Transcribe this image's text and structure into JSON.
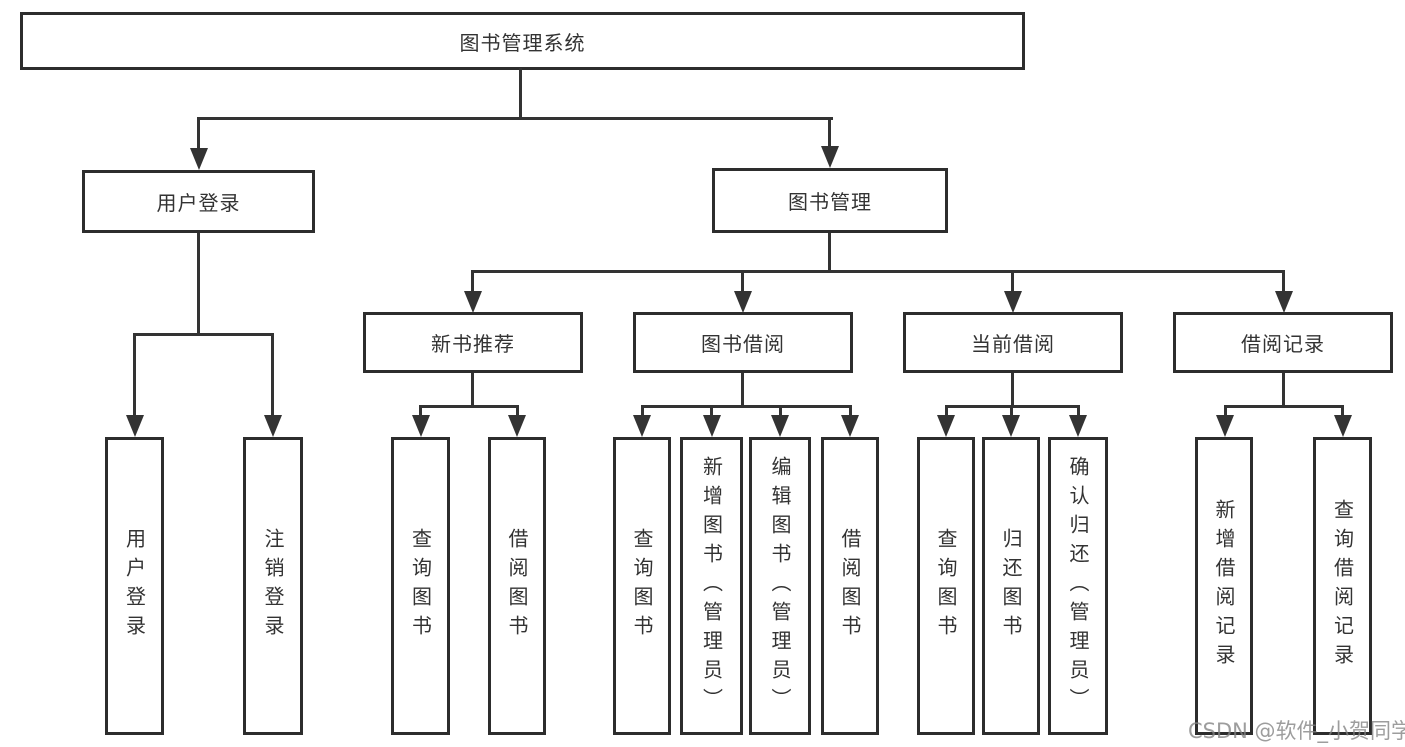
{
  "tree": {
    "root": {
      "label": "图书管理系统"
    },
    "branches": [
      {
        "label": "用户登录",
        "children": [
          {
            "label": "用户登录"
          },
          {
            "label": "注销登录"
          }
        ]
      },
      {
        "label": "图书管理",
        "children": [
          {
            "label": "新书推荐",
            "children": [
              {
                "label": "查询图书"
              },
              {
                "label": "借阅图书"
              }
            ]
          },
          {
            "label": "图书借阅",
            "children": [
              {
                "label": "查询图书"
              },
              {
                "label": "新增图书（管理员）"
              },
              {
                "label": "编辑图书（管理员）"
              },
              {
                "label": "借阅图书"
              }
            ]
          },
          {
            "label": "当前借阅",
            "children": [
              {
                "label": "查询图书"
              },
              {
                "label": "归还图书"
              },
              {
                "label": "确认归还（管理员）"
              }
            ]
          },
          {
            "label": "借阅记录",
            "children": [
              {
                "label": "新增借阅记录"
              },
              {
                "label": "查询借阅记录"
              }
            ]
          }
        ]
      }
    ]
  },
  "watermark": {
    "text": "CSDN @软件_小贺同学"
  },
  "colors": {
    "line": "#333333",
    "box_border": "#2d2d2d",
    "text": "#333333",
    "watermark": "#828282",
    "background": "#ffffff"
  }
}
